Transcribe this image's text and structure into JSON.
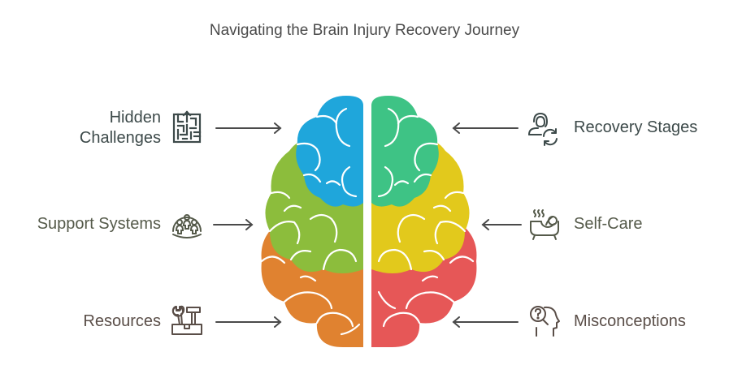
{
  "title": "Navigating the Brain Injury Recovery Journey",
  "colors": {
    "text_dark": "#3d4a4a",
    "text_brown": "#5a4e48",
    "blue": "#1fa6db",
    "green_light": "#8cbd3c",
    "orange": "#e08230",
    "teal": "#3ec385",
    "yellow": "#e2c91c",
    "red": "#e65757",
    "arrow": "#4a4a4a"
  },
  "left_items": [
    {
      "label_line1": "Hidden",
      "label_line2": "Challenges",
      "icon": "maze-icon",
      "color": "#3d4a4a",
      "region": "blue"
    },
    {
      "label": "Support Systems",
      "icon": "community-dome-icon",
      "color": "#555a4a",
      "region": "green"
    },
    {
      "label": "Resources",
      "icon": "toolbox-icon",
      "color": "#5a4e48",
      "region": "orange"
    }
  ],
  "right_items": [
    {
      "label": "Recovery Stages",
      "icon": "person-cycle-icon",
      "color": "#3d4a4a",
      "region": "teal"
    },
    {
      "label": "Self-Care",
      "icon": "bathtub-icon",
      "color": "#555a4a",
      "region": "yellow"
    },
    {
      "label": "Misconceptions",
      "icon": "head-question-icon",
      "color": "#5a4e48",
      "region": "red"
    }
  ]
}
